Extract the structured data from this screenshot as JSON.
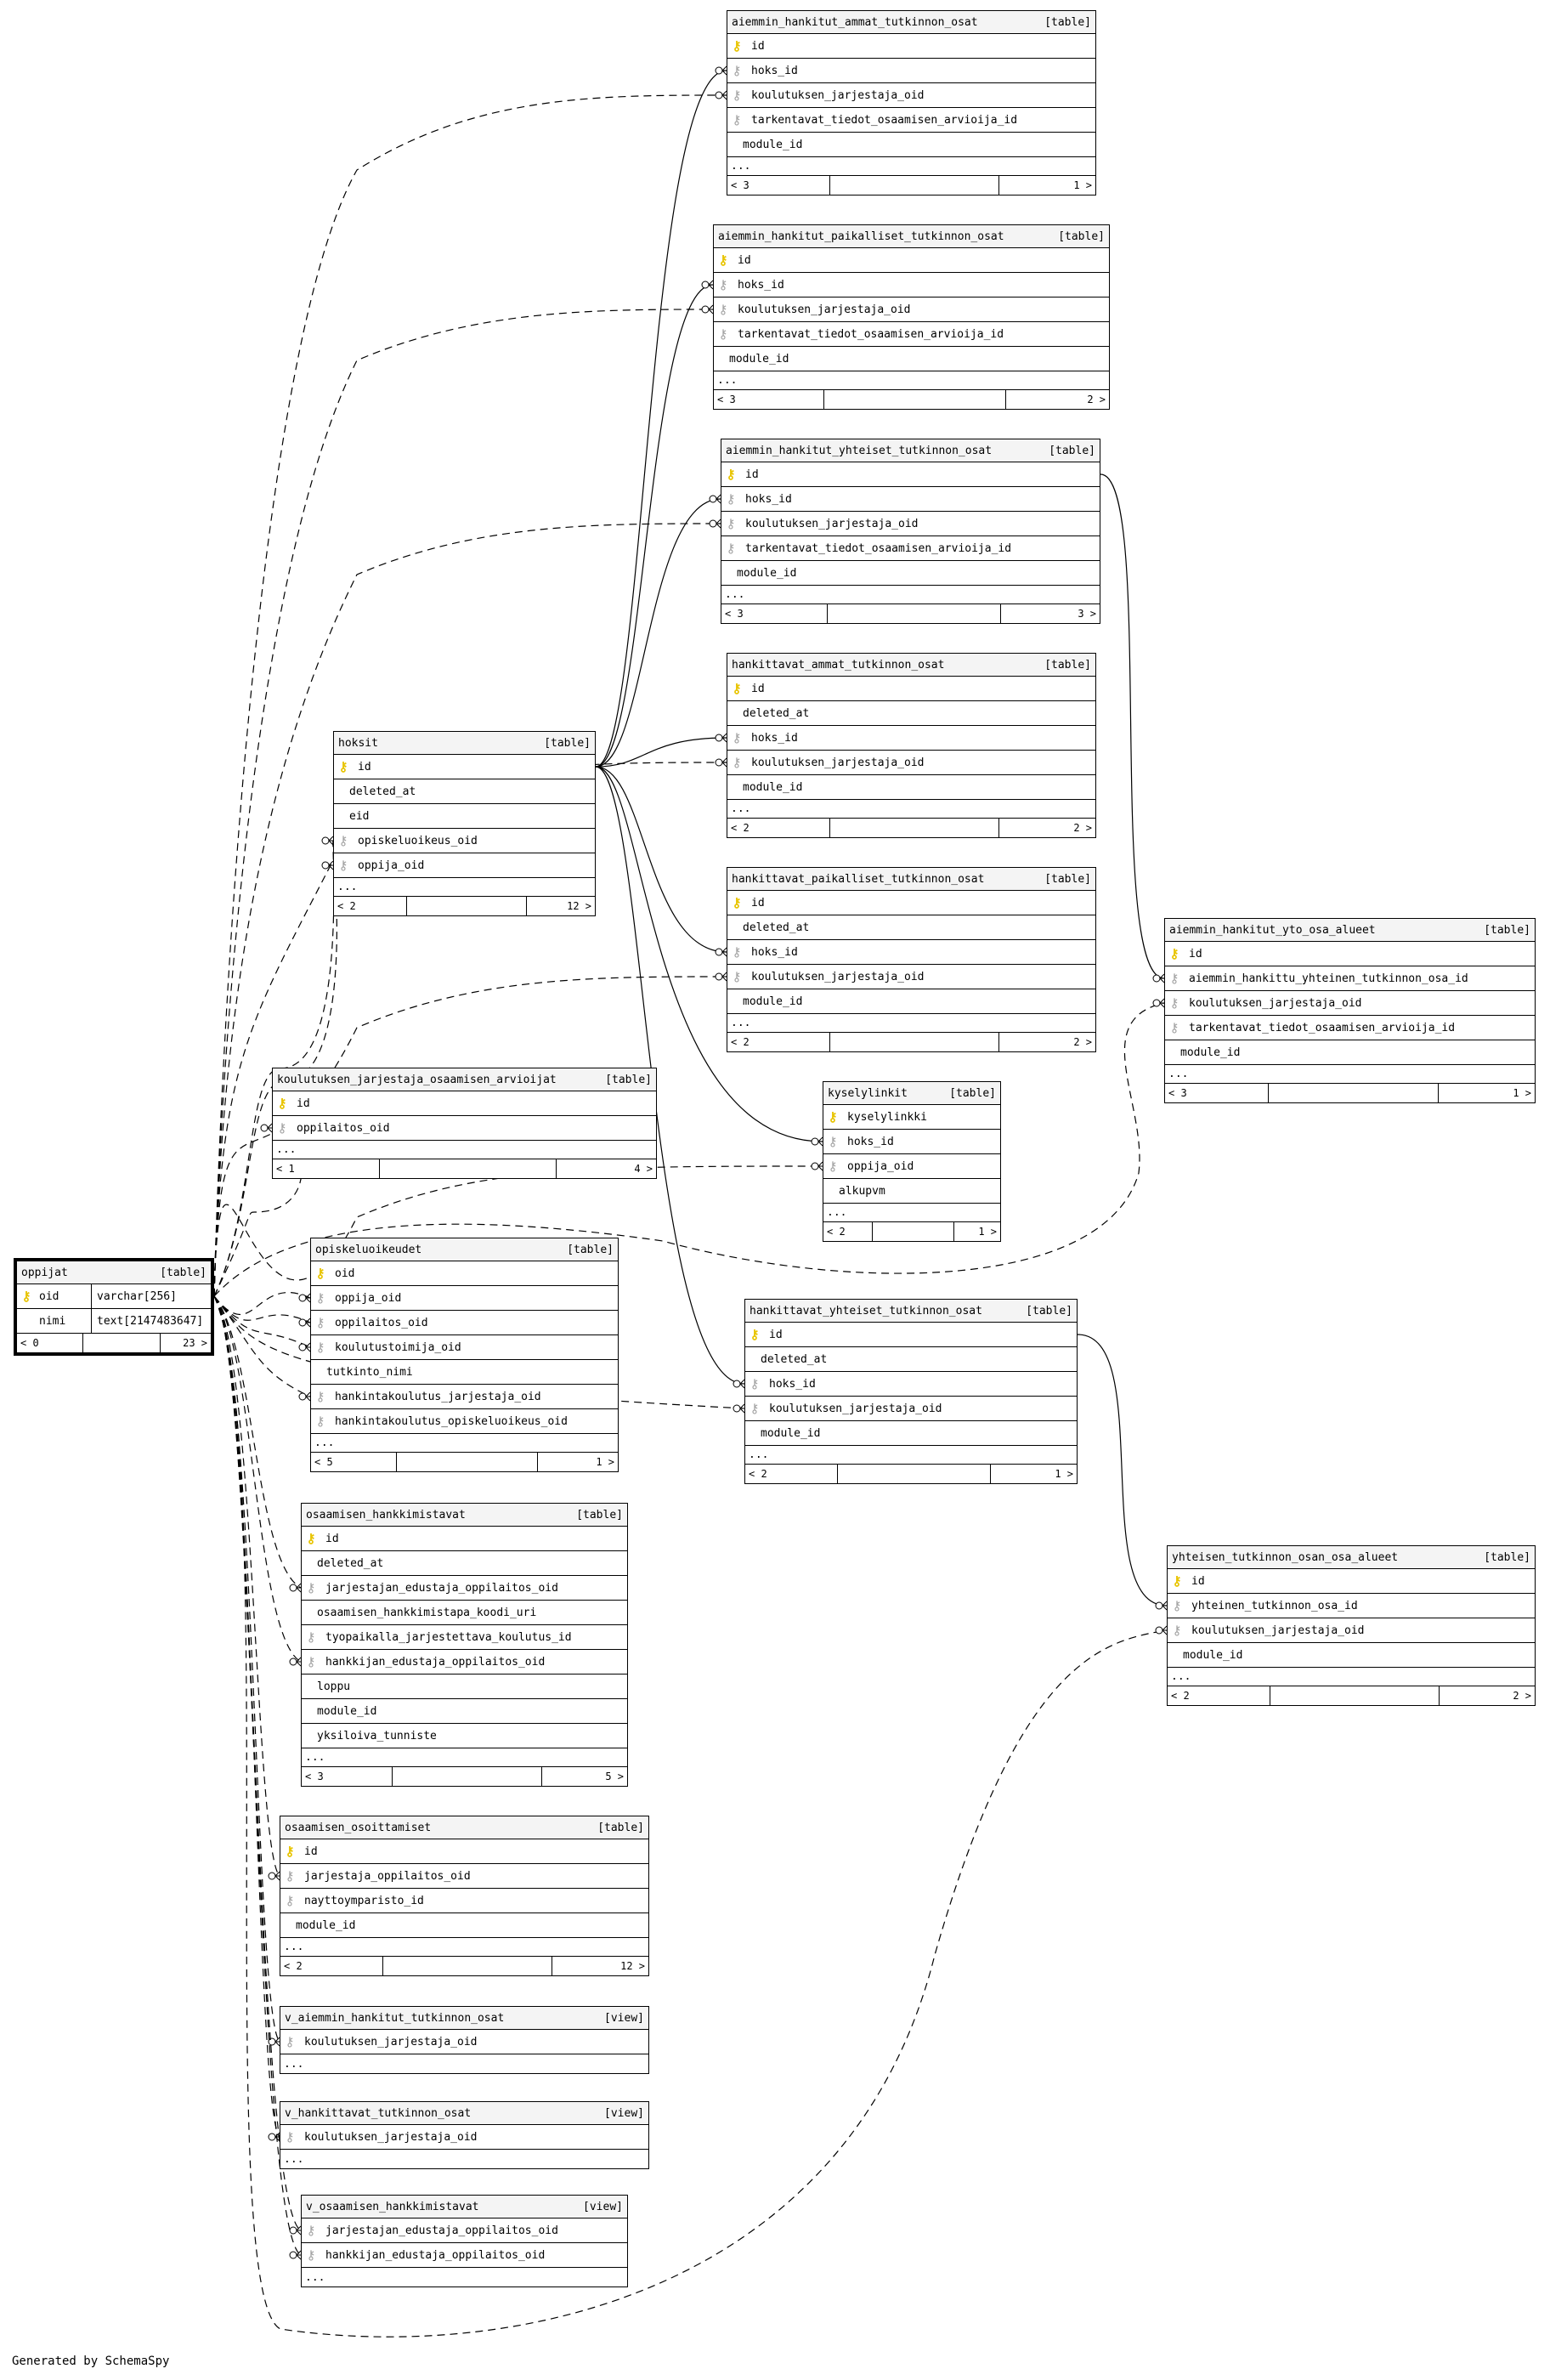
{
  "generated_by": "Generated by SchemaSpy",
  "main_table": {
    "name": "oppijat",
    "kind": "[table]",
    "rows": [
      {
        "name": "oid",
        "type": "varchar[256]",
        "kind": "key"
      },
      {
        "name": "nimi",
        "type": "text[2147483647]",
        "kind": "plain"
      }
    ],
    "footer": {
      "left": "< 0",
      "right": "23 >"
    }
  },
  "tables": [
    {
      "name": "aiemmin_hankitut_ammat_tutkinnon_osat",
      "kind": "[table]",
      "rows": [
        {
          "name": "id",
          "kind": "key"
        },
        {
          "name": "hoks_id",
          "kind": "fk"
        },
        {
          "name": "koulutuksen_jarjestaja_oid",
          "kind": "fk"
        },
        {
          "name": "tarkentavat_tiedot_osaamisen_arvioija_id",
          "kind": "fk"
        },
        {
          "name": "module_id",
          "kind": "plain"
        }
      ],
      "more": "...",
      "footer": {
        "left": "< 3",
        "right": "1 >"
      }
    },
    {
      "name": "aiemmin_hankitut_paikalliset_tutkinnon_osat",
      "kind": "[table]",
      "rows": [
        {
          "name": "id",
          "kind": "key"
        },
        {
          "name": "hoks_id",
          "kind": "fk"
        },
        {
          "name": "koulutuksen_jarjestaja_oid",
          "kind": "fk"
        },
        {
          "name": "tarkentavat_tiedot_osaamisen_arvioija_id",
          "kind": "fk"
        },
        {
          "name": "module_id",
          "kind": "plain"
        }
      ],
      "more": "...",
      "footer": {
        "left": "< 3",
        "right": "2 >"
      }
    },
    {
      "name": "aiemmin_hankitut_yhteiset_tutkinnon_osat",
      "kind": "[table]",
      "rows": [
        {
          "name": "id",
          "kind": "key"
        },
        {
          "name": "hoks_id",
          "kind": "fk"
        },
        {
          "name": "koulutuksen_jarjestaja_oid",
          "kind": "fk"
        },
        {
          "name": "tarkentavat_tiedot_osaamisen_arvioija_id",
          "kind": "fk"
        },
        {
          "name": "module_id",
          "kind": "plain"
        }
      ],
      "more": "...",
      "footer": {
        "left": "< 3",
        "right": "3 >"
      }
    },
    {
      "name": "hankittavat_ammat_tutkinnon_osat",
      "kind": "[table]",
      "rows": [
        {
          "name": "id",
          "kind": "key"
        },
        {
          "name": "deleted_at",
          "kind": "plain"
        },
        {
          "name": "hoks_id",
          "kind": "fk"
        },
        {
          "name": "koulutuksen_jarjestaja_oid",
          "kind": "fk"
        },
        {
          "name": "module_id",
          "kind": "plain"
        }
      ],
      "more": "...",
      "footer": {
        "left": "< 2",
        "right": "2 >"
      }
    },
    {
      "name": "hoksit",
      "kind": "[table]",
      "rows": [
        {
          "name": "id",
          "kind": "key"
        },
        {
          "name": "deleted_at",
          "kind": "plain"
        },
        {
          "name": "eid",
          "kind": "plain"
        },
        {
          "name": "opiskeluoikeus_oid",
          "kind": "fk"
        },
        {
          "name": "oppija_oid",
          "kind": "fk"
        }
      ],
      "more": "...",
      "footer": {
        "left": "< 2",
        "right": "12 >"
      }
    },
    {
      "name": "hankittavat_paikalliset_tutkinnon_osat",
      "kind": "[table]",
      "rows": [
        {
          "name": "id",
          "kind": "key"
        },
        {
          "name": "deleted_at",
          "kind": "plain"
        },
        {
          "name": "hoks_id",
          "kind": "fk"
        },
        {
          "name": "koulutuksen_jarjestaja_oid",
          "kind": "fk"
        },
        {
          "name": "module_id",
          "kind": "plain"
        }
      ],
      "more": "...",
      "footer": {
        "left": "< 2",
        "right": "2 >"
      }
    },
    {
      "name": "aiemmin_hankitut_yto_osa_alueet",
      "kind": "[table]",
      "rows": [
        {
          "name": "id",
          "kind": "key"
        },
        {
          "name": "aiemmin_hankittu_yhteinen_tutkinnon_osa_id",
          "kind": "fk"
        },
        {
          "name": "koulutuksen_jarjestaja_oid",
          "kind": "fk"
        },
        {
          "name": "tarkentavat_tiedot_osaamisen_arvioija_id",
          "kind": "fk"
        },
        {
          "name": "module_id",
          "kind": "plain"
        }
      ],
      "more": "...",
      "footer": {
        "left": "< 3",
        "right": "1 >"
      }
    },
    {
      "name": "koulutuksen_jarjestaja_osaamisen_arvioijat",
      "kind": "[table]",
      "rows": [
        {
          "name": "id",
          "kind": "key"
        },
        {
          "name": "oppilaitos_oid",
          "kind": "fk"
        }
      ],
      "more": "...",
      "footer": {
        "left": "< 1",
        "right": "4 >"
      }
    },
    {
      "name": "kyselylinkit",
      "kind": "[table]",
      "rows": [
        {
          "name": "kyselylinkki",
          "kind": "key"
        },
        {
          "name": "hoks_id",
          "kind": "fk"
        },
        {
          "name": "oppija_oid",
          "kind": "fk"
        },
        {
          "name": "alkupvm",
          "kind": "plain"
        }
      ],
      "more": "...",
      "footer": {
        "left": "< 2",
        "right": "1 >"
      }
    },
    {
      "name": "opiskeluoikeudet",
      "kind": "[table]",
      "rows": [
        {
          "name": "oid",
          "kind": "key"
        },
        {
          "name": "oppija_oid",
          "kind": "fk"
        },
        {
          "name": "oppilaitos_oid",
          "kind": "fk"
        },
        {
          "name": "koulutustoimija_oid",
          "kind": "fk"
        },
        {
          "name": "tutkinto_nimi",
          "kind": "plain"
        },
        {
          "name": "hankintakoulutus_jarjestaja_oid",
          "kind": "fk"
        },
        {
          "name": "hankintakoulutus_opiskeluoikeus_oid",
          "kind": "fk"
        }
      ],
      "more": "...",
      "footer": {
        "left": "< 5",
        "right": "1 >"
      }
    },
    {
      "name": "hankittavat_yhteiset_tutkinnon_osat",
      "kind": "[table]",
      "rows": [
        {
          "name": "id",
          "kind": "key"
        },
        {
          "name": "deleted_at",
          "kind": "plain"
        },
        {
          "name": "hoks_id",
          "kind": "fk"
        },
        {
          "name": "koulutuksen_jarjestaja_oid",
          "kind": "fk"
        },
        {
          "name": "module_id",
          "kind": "plain"
        }
      ],
      "more": "...",
      "footer": {
        "left": "< 2",
        "right": "1 >"
      }
    },
    {
      "name": "osaamisen_hankkimistavat",
      "kind": "[table]",
      "rows": [
        {
          "name": "id",
          "kind": "key"
        },
        {
          "name": "deleted_at",
          "kind": "plain"
        },
        {
          "name": "jarjestajan_edustaja_oppilaitos_oid",
          "kind": "fk"
        },
        {
          "name": "osaamisen_hankkimistapa_koodi_uri",
          "kind": "plain"
        },
        {
          "name": "tyopaikalla_jarjestettava_koulutus_id",
          "kind": "fk"
        },
        {
          "name": "hankkijan_edustaja_oppilaitos_oid",
          "kind": "fk"
        },
        {
          "name": "loppu",
          "kind": "plain"
        },
        {
          "name": "module_id",
          "kind": "plain"
        },
        {
          "name": "yksiloiva_tunniste",
          "kind": "plain"
        }
      ],
      "more": "...",
      "footer": {
        "left": "< 3",
        "right": "5 >"
      }
    },
    {
      "name": "yhteisen_tutkinnon_osan_osa_alueet",
      "kind": "[table]",
      "rows": [
        {
          "name": "id",
          "kind": "key"
        },
        {
          "name": "yhteinen_tutkinnon_osa_id",
          "kind": "fk"
        },
        {
          "name": "koulutuksen_jarjestaja_oid",
          "kind": "fk"
        },
        {
          "name": "module_id",
          "kind": "plain"
        }
      ],
      "more": "...",
      "footer": {
        "left": "< 2",
        "right": "2 >"
      }
    },
    {
      "name": "osaamisen_osoittamiset",
      "kind": "[table]",
      "rows": [
        {
          "name": "id",
          "kind": "key"
        },
        {
          "name": "jarjestaja_oppilaitos_oid",
          "kind": "fk"
        },
        {
          "name": "nayttoymparisto_id",
          "kind": "fk"
        },
        {
          "name": "module_id",
          "kind": "plain"
        }
      ],
      "more": "...",
      "footer": {
        "left": "< 2",
        "right": "12 >"
      }
    },
    {
      "name": "v_aiemmin_hankitut_tutkinnon_osat",
      "kind": "[view]",
      "rows": [
        {
          "name": "koulutuksen_jarjestaja_oid",
          "kind": "fk"
        }
      ],
      "more": "..."
    },
    {
      "name": "v_hankittavat_tutkinnon_osat",
      "kind": "[view]",
      "rows": [
        {
          "name": "koulutuksen_jarjestaja_oid",
          "kind": "fk"
        }
      ],
      "more": "..."
    },
    {
      "name": "v_osaamisen_hankkimistavat",
      "kind": "[view]",
      "rows": [
        {
          "name": "jarjestajan_edustaja_oppilaitos_oid",
          "kind": "fk"
        },
        {
          "name": "hankkijan_edustaja_oppilaitos_oid",
          "kind": "fk"
        }
      ],
      "more": "..."
    }
  ],
  "icons": {
    "key": "key-icon",
    "fk": "foreign-key-icon"
  }
}
